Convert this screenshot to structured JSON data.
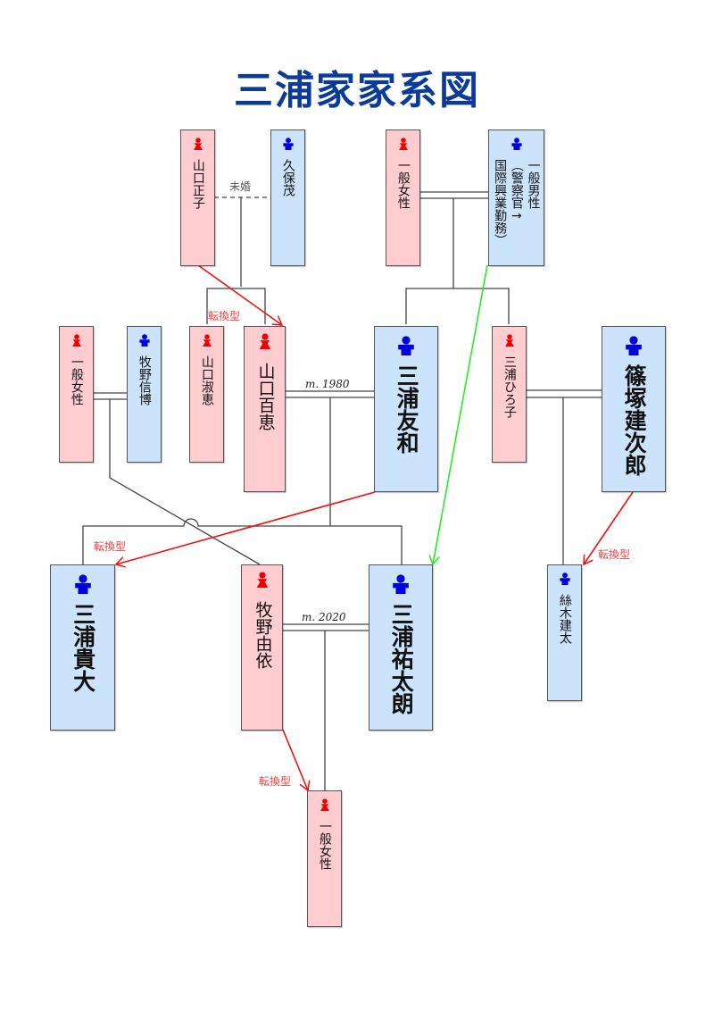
{
  "title": "三浦家家系図",
  "colors": {
    "female_fill": "#ffcdd0",
    "male_fill": "#cce4fb",
    "female_icon": "#ee0000",
    "male_icon": "#0000dd",
    "title": "#0a3a9a",
    "adoption_arrow": "#ee1111",
    "career_arrow": "#22ee22"
  },
  "people": {
    "yamaguchi_masako": {
      "gender": "female",
      "name_columns": [
        "山口正子"
      ]
    },
    "kubo_shigeru": {
      "gender": "male",
      "name_columns": [
        "久保茂"
      ]
    },
    "ippan_josei_top": {
      "gender": "female",
      "name_columns": [
        "一般女性"
      ]
    },
    "ippan_dansei": {
      "gender": "male",
      "name_columns": [
        "一般男性",
        "（警察官→",
        "国際興業勤務）"
      ]
    },
    "ippan_josei_left": {
      "gender": "female",
      "name_columns": [
        "一般女性"
      ]
    },
    "makino_nobuhiro": {
      "gender": "male",
      "name_columns": [
        "牧野信博"
      ]
    },
    "yamaguchi_yoshie": {
      "gender": "female",
      "name_columns": [
        "山口淑恵"
      ]
    },
    "yamaguchi_momoe": {
      "gender": "female",
      "name_columns": [
        "山口百恵"
      ]
    },
    "miura_tomokazu": {
      "gender": "male",
      "name_columns": [
        "三浦友和"
      ]
    },
    "miura_hiroko": {
      "gender": "female",
      "name_columns": [
        "三浦ひろ子"
      ]
    },
    "shinozuka_kenjiro": {
      "gender": "male",
      "name_columns": [
        "篠塚建次郎"
      ]
    },
    "miura_takahiro": {
      "gender": "male",
      "name_columns": [
        "三浦貴大"
      ]
    },
    "makino_yui": {
      "gender": "female",
      "name_columns": [
        "牧野由依"
      ]
    },
    "miura_yutaro": {
      "gender": "male",
      "name_columns": [
        "三浦祐太朗"
      ]
    },
    "itoki_kenta": {
      "gender": "male",
      "name_columns": [
        "絲木建太"
      ]
    },
    "ippan_josei_bottom": {
      "gender": "female",
      "name_columns": [
        "一般女性"
      ]
    }
  },
  "relations": {
    "unmarried_label": "未婚",
    "marriage_1980": "m. 1980",
    "marriage_2020": "m. 2020",
    "adoption_label": "転換型"
  }
}
